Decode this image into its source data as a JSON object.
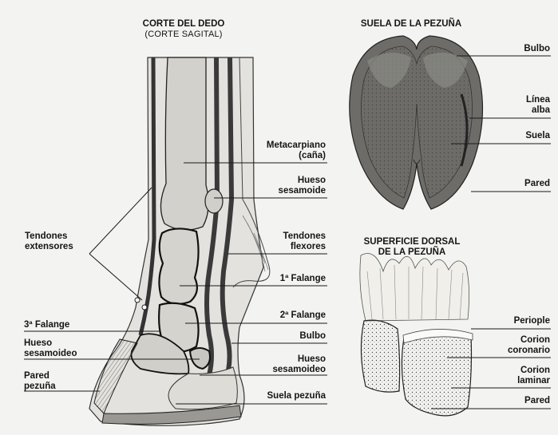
{
  "titles": {
    "corte": "CORTE DEL DEDO",
    "corte_sub": "(CORTE SAGITAL)",
    "suela": "SUELA DE LA PEZUÑA",
    "dorsal_1": "SUPERFICIE DORSAL",
    "dorsal_2": "DE LA PEZUÑA"
  },
  "labels_left": {
    "tendones_extensores_1": "Tendones",
    "tendones_extensores_2": "extensores",
    "tercera_falange": "3ª Falange",
    "hueso_sesamoideo_1": "Hueso",
    "hueso_sesamoideo_2": "sesamoideo",
    "pared_pezuna_1": "Pared",
    "pared_pezuna_2": "pezuña"
  },
  "labels_middle": {
    "metacarpiano_1": "Metacarpiano",
    "metacarpiano_2": "(caña)",
    "hueso_sesamoide_1": "Hueso",
    "hueso_sesamoide_2": "sesamoide",
    "tendones_flexores_1": "Tendones",
    "tendones_flexores_2": "flexores",
    "primera_falange": "1ª Falange",
    "segunda_falange": "2ª Falange",
    "bulbo": "Bulbo",
    "hueso_sesamoideo_1": "Hueso",
    "hueso_sesamoideo_2": "sesamoideo",
    "suela_pezuna": "Suela pezuña"
  },
  "labels_sole": {
    "bulbo": "Bulbo",
    "linea_alba_1": "Línea",
    "linea_alba_2": "alba",
    "suela": "Suela",
    "pared": "Pared"
  },
  "labels_dorsal": {
    "periople": "Periople",
    "corion_coronario_1": "Corion",
    "corion_coronario_2": "coronario",
    "corion_laminar_1": "Corion",
    "corion_laminar_2": "laminar",
    "pared": "Pared"
  }
}
